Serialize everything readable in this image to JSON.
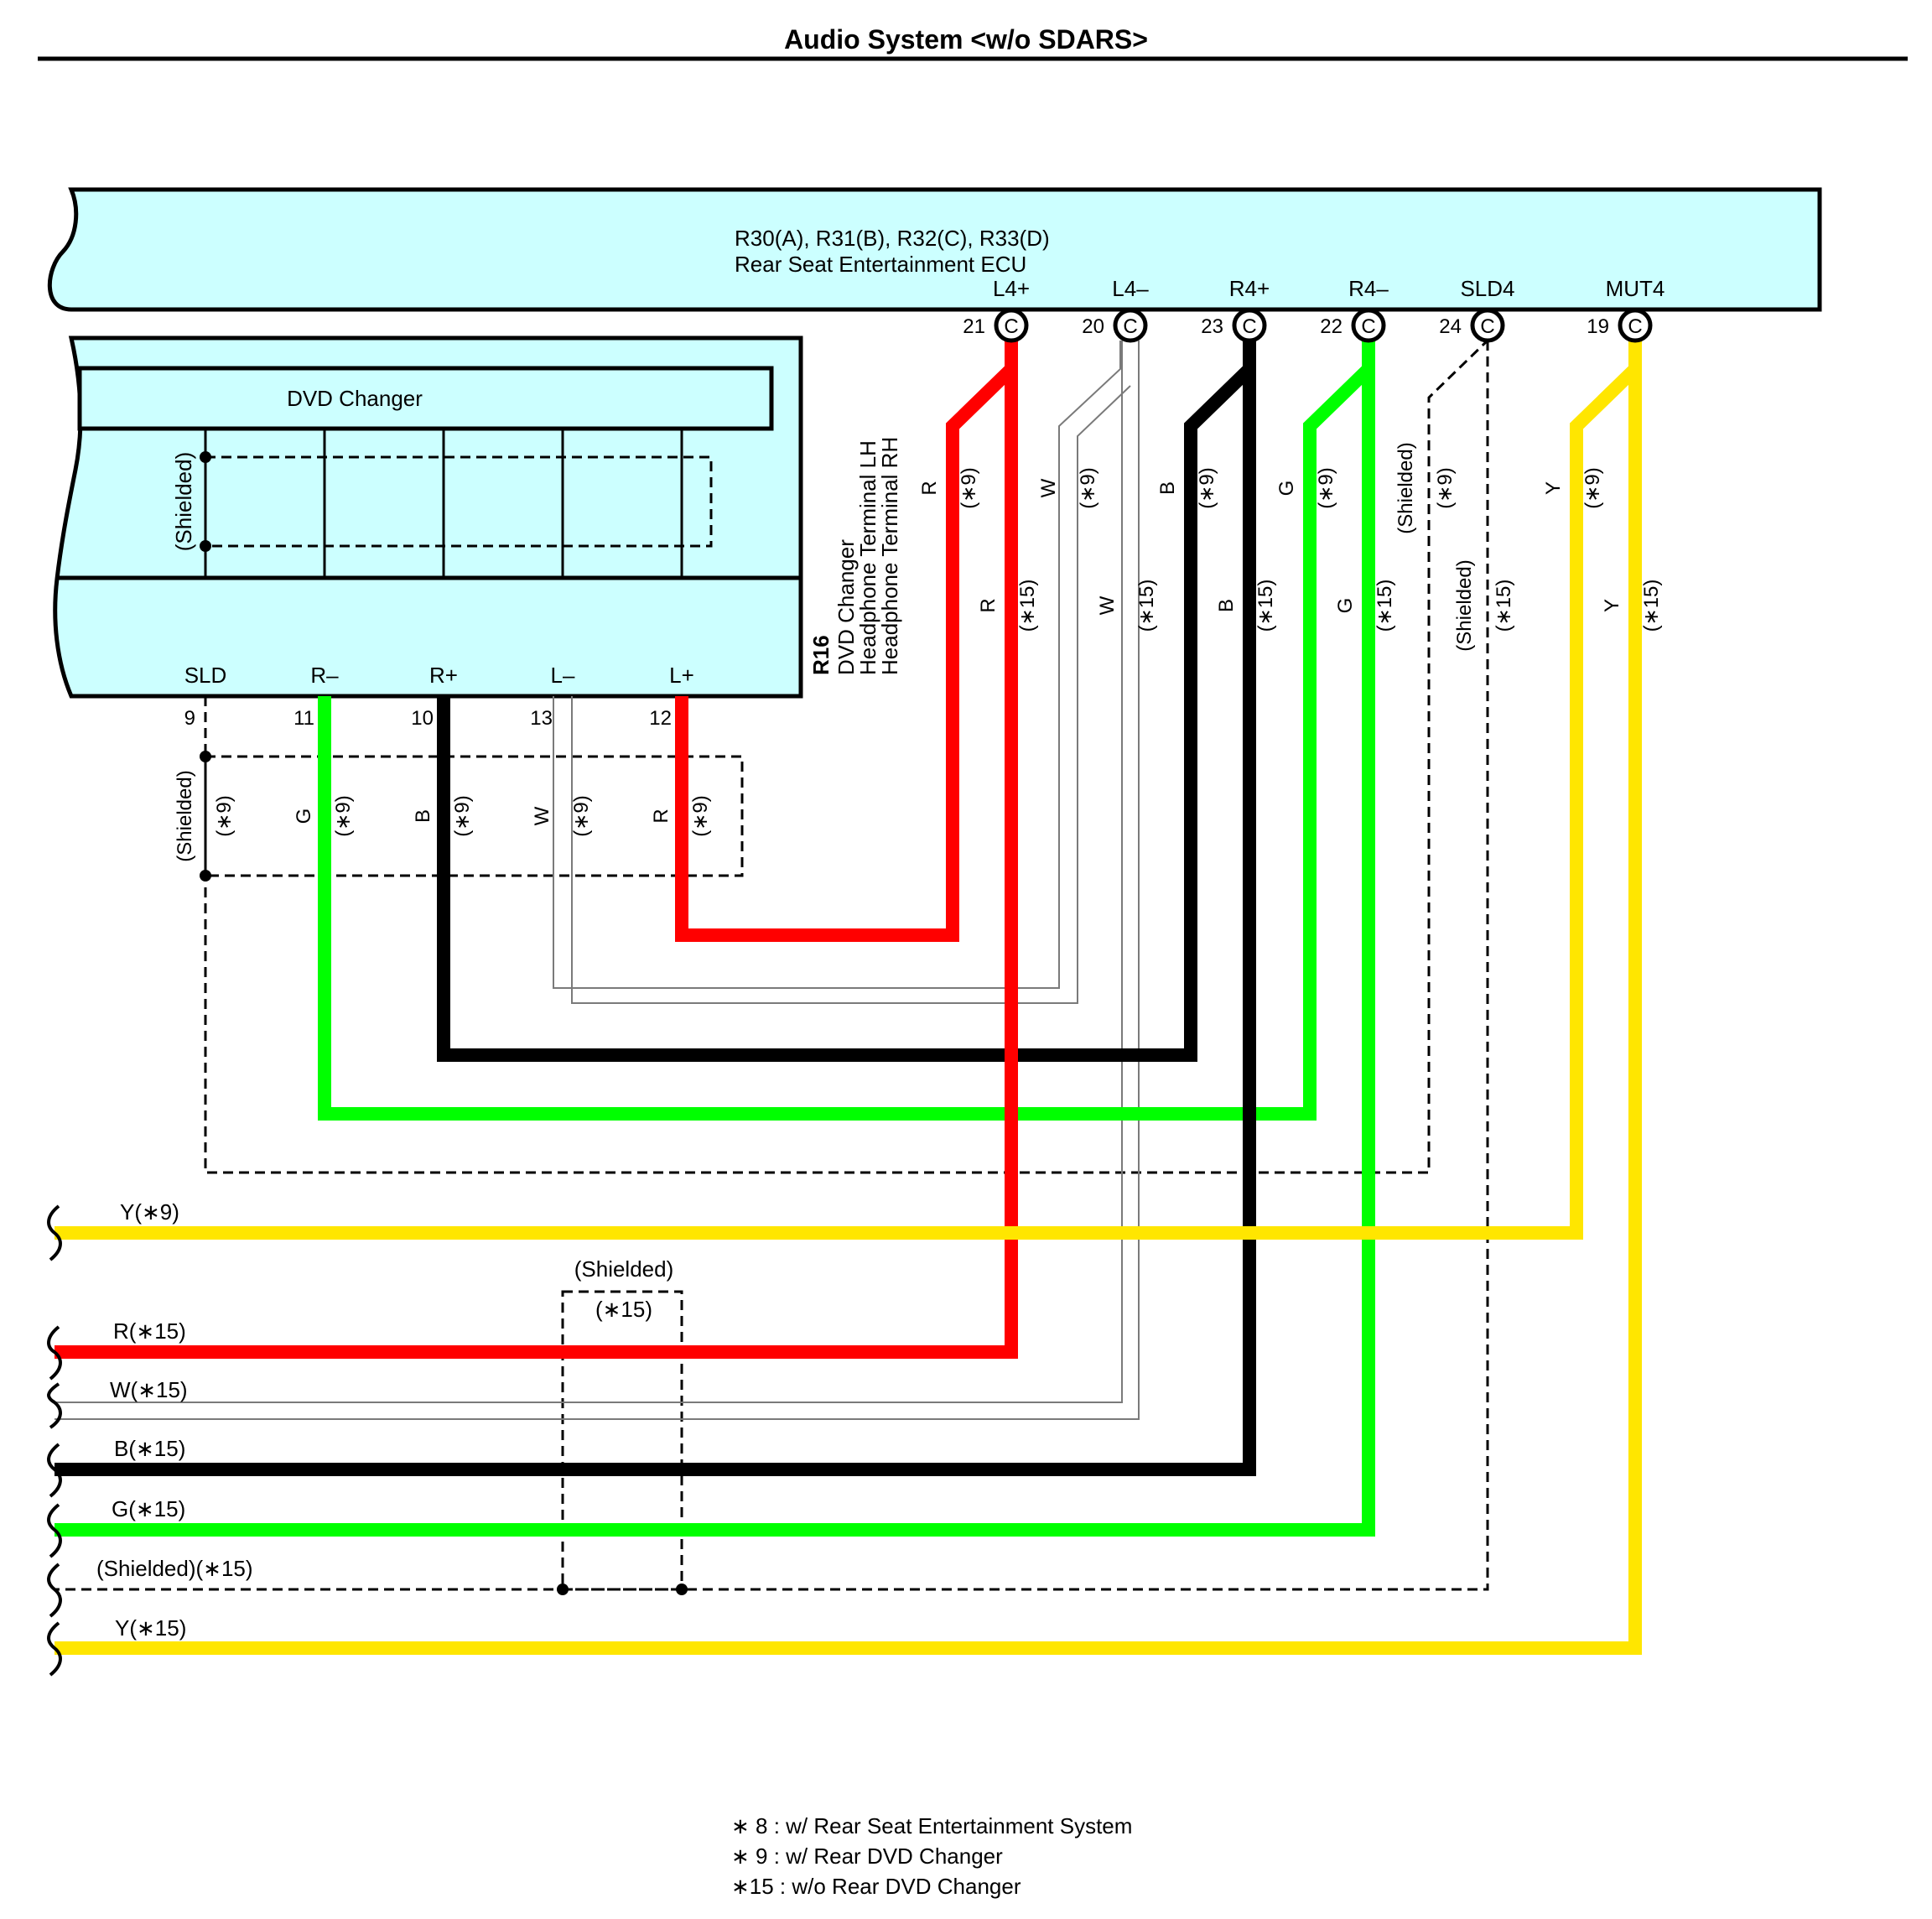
{
  "page_title": "Audio System <w/o SDARS>",
  "ecu": {
    "connectors": "R30(A), R31(B), R32(C), R33(D)",
    "name": "Rear Seat Entertainment ECU",
    "color": "#ccffff",
    "terminals": [
      {
        "label": "L4+",
        "pin": "21",
        "conn": "C"
      },
      {
        "label": "L4–",
        "pin": "20",
        "conn": "C"
      },
      {
        "label": "R4+",
        "pin": "23",
        "conn": "C"
      },
      {
        "label": "R4–",
        "pin": "22",
        "conn": "C"
      },
      {
        "label": "SLD4",
        "pin": "24",
        "conn": "C"
      },
      {
        "label": "MUT4",
        "pin": "19",
        "conn": "C"
      }
    ]
  },
  "dvd_changer": {
    "name": "DVD Changer",
    "inner_shield": "(Shielded)",
    "terminals": [
      {
        "label": "SLD",
        "pin": "9"
      },
      {
        "label": "R–",
        "pin": "11"
      },
      {
        "label": "R+",
        "pin": "10"
      },
      {
        "label": "L–",
        "pin": "13"
      },
      {
        "label": "L+",
        "pin": "12"
      }
    ]
  },
  "headphone": {
    "code": "R16",
    "line1": "DVD Changer",
    "line2": "Headphone Terminal LH",
    "line3": "Headphone Terminal RH"
  },
  "wire_colors": {
    "R": "#ff0000",
    "W": "#ffffff",
    "B": "#000000",
    "G": "#00ff00",
    "Y": "#ffe600"
  },
  "vertical_labels": {
    "ecu_r9": "R",
    "ecu_r9_note": "(∗9)",
    "ecu_r15": "R",
    "ecu_r15_note": "(∗15)",
    "ecu_w9": "W",
    "ecu_w9_note": "(∗9)",
    "ecu_w15": "W",
    "ecu_w15_note": "(∗15)",
    "ecu_b9": "B",
    "ecu_b9_note": "(∗9)",
    "ecu_b15": "B",
    "ecu_b15_note": "(∗15)",
    "ecu_g9": "G",
    "ecu_g9_note": "(∗9)",
    "ecu_g15": "G",
    "ecu_g15_note": "(∗15)",
    "ecu_s9": "(Shielded)",
    "ecu_s9_note": "(∗9)",
    "ecu_s15": "(Shielded)",
    "ecu_s15_note": "(∗15)",
    "ecu_y9": "Y",
    "ecu_y9_note": "(∗9)",
    "ecu_y15": "Y",
    "ecu_y15_note": "(∗15)",
    "dvd_s": "(Shielded)",
    "dvd_s_note": "(∗9)",
    "dvd_g": "G",
    "dvd_g_note": "(∗9)",
    "dvd_b": "B",
    "dvd_b_note": "(∗9)",
    "dvd_w": "W",
    "dvd_w_note": "(∗9)",
    "dvd_r": "R",
    "dvd_r_note": "(∗9)"
  },
  "left_wires": {
    "y9": "Y(∗9)",
    "r15": "R(∗15)",
    "w15": "W(∗15)",
    "b15": "B(∗15)",
    "g15": "G(∗15)",
    "s15": "(Shielded)(∗15)",
    "y15": "Y(∗15)"
  },
  "bottom_shield": {
    "label": "(Shielded)",
    "note": "(∗15)"
  },
  "legend": [
    "∗ 8 : w/ Rear Seat Entertainment System",
    "∗ 9 : w/ Rear DVD Changer",
    "∗15 : w/o Rear DVD Changer"
  ]
}
